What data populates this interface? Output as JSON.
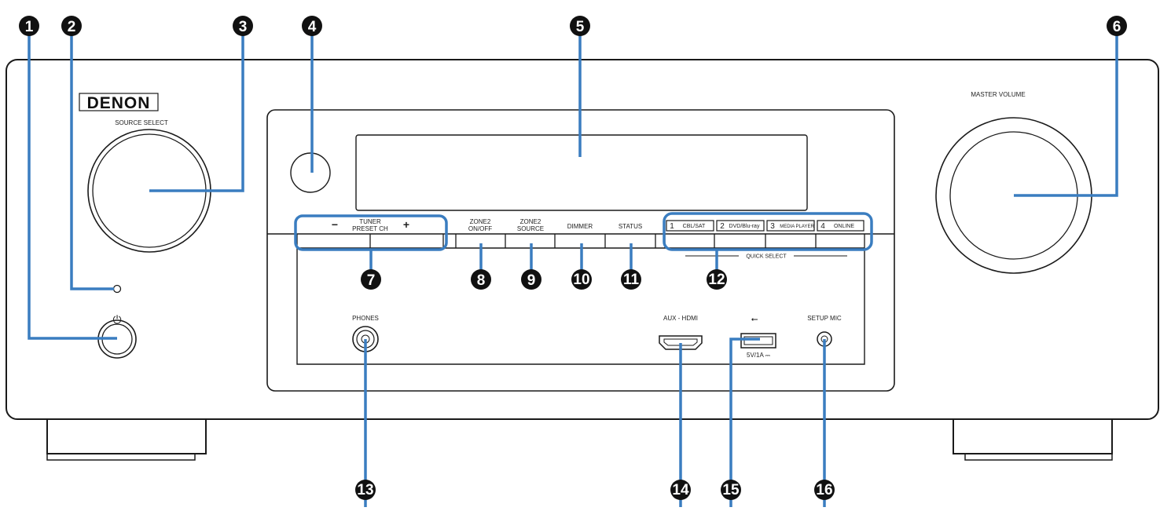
{
  "brand": "DENON",
  "labels": {
    "source_select": "SOURCE SELECT",
    "master_volume": "MASTER VOLUME",
    "power_symbol": "⏻",
    "tuner_minus": "−",
    "tuner_plus": "+",
    "tuner_line1": "TUNER",
    "tuner_line2": "PRESET CH",
    "zone2_onoff_line1": "ZONE2",
    "zone2_onoff_line2": "ON/OFF",
    "zone2_source_line1": "ZONE2",
    "zone2_source_line2": "SOURCE",
    "dimmer": "DIMMER",
    "status": "STATUS",
    "quick_select": "QUICK SELECT",
    "phones": "PHONES",
    "aux_hdmi": "AUX - HDMI",
    "usb_symbol": "⭠",
    "usb_rating": "5V/1A ⎓",
    "setup_mic": "SETUP MIC"
  },
  "quick_select_buttons": [
    {
      "num": "1",
      "name": "CBL/SAT"
    },
    {
      "num": "2",
      "name": "DVD/Blu-ray"
    },
    {
      "num": "3",
      "name": "MEDIA PLAYER"
    },
    {
      "num": "4",
      "name": "ONLINE"
    }
  ],
  "callouts": [
    "1",
    "2",
    "3",
    "4",
    "5",
    "6",
    "7",
    "8",
    "9",
    "10",
    "11",
    "12",
    "13",
    "14",
    "15",
    "16"
  ],
  "colors": {
    "leader_line": "#3a7dc0",
    "callout_fill": "#111111"
  }
}
